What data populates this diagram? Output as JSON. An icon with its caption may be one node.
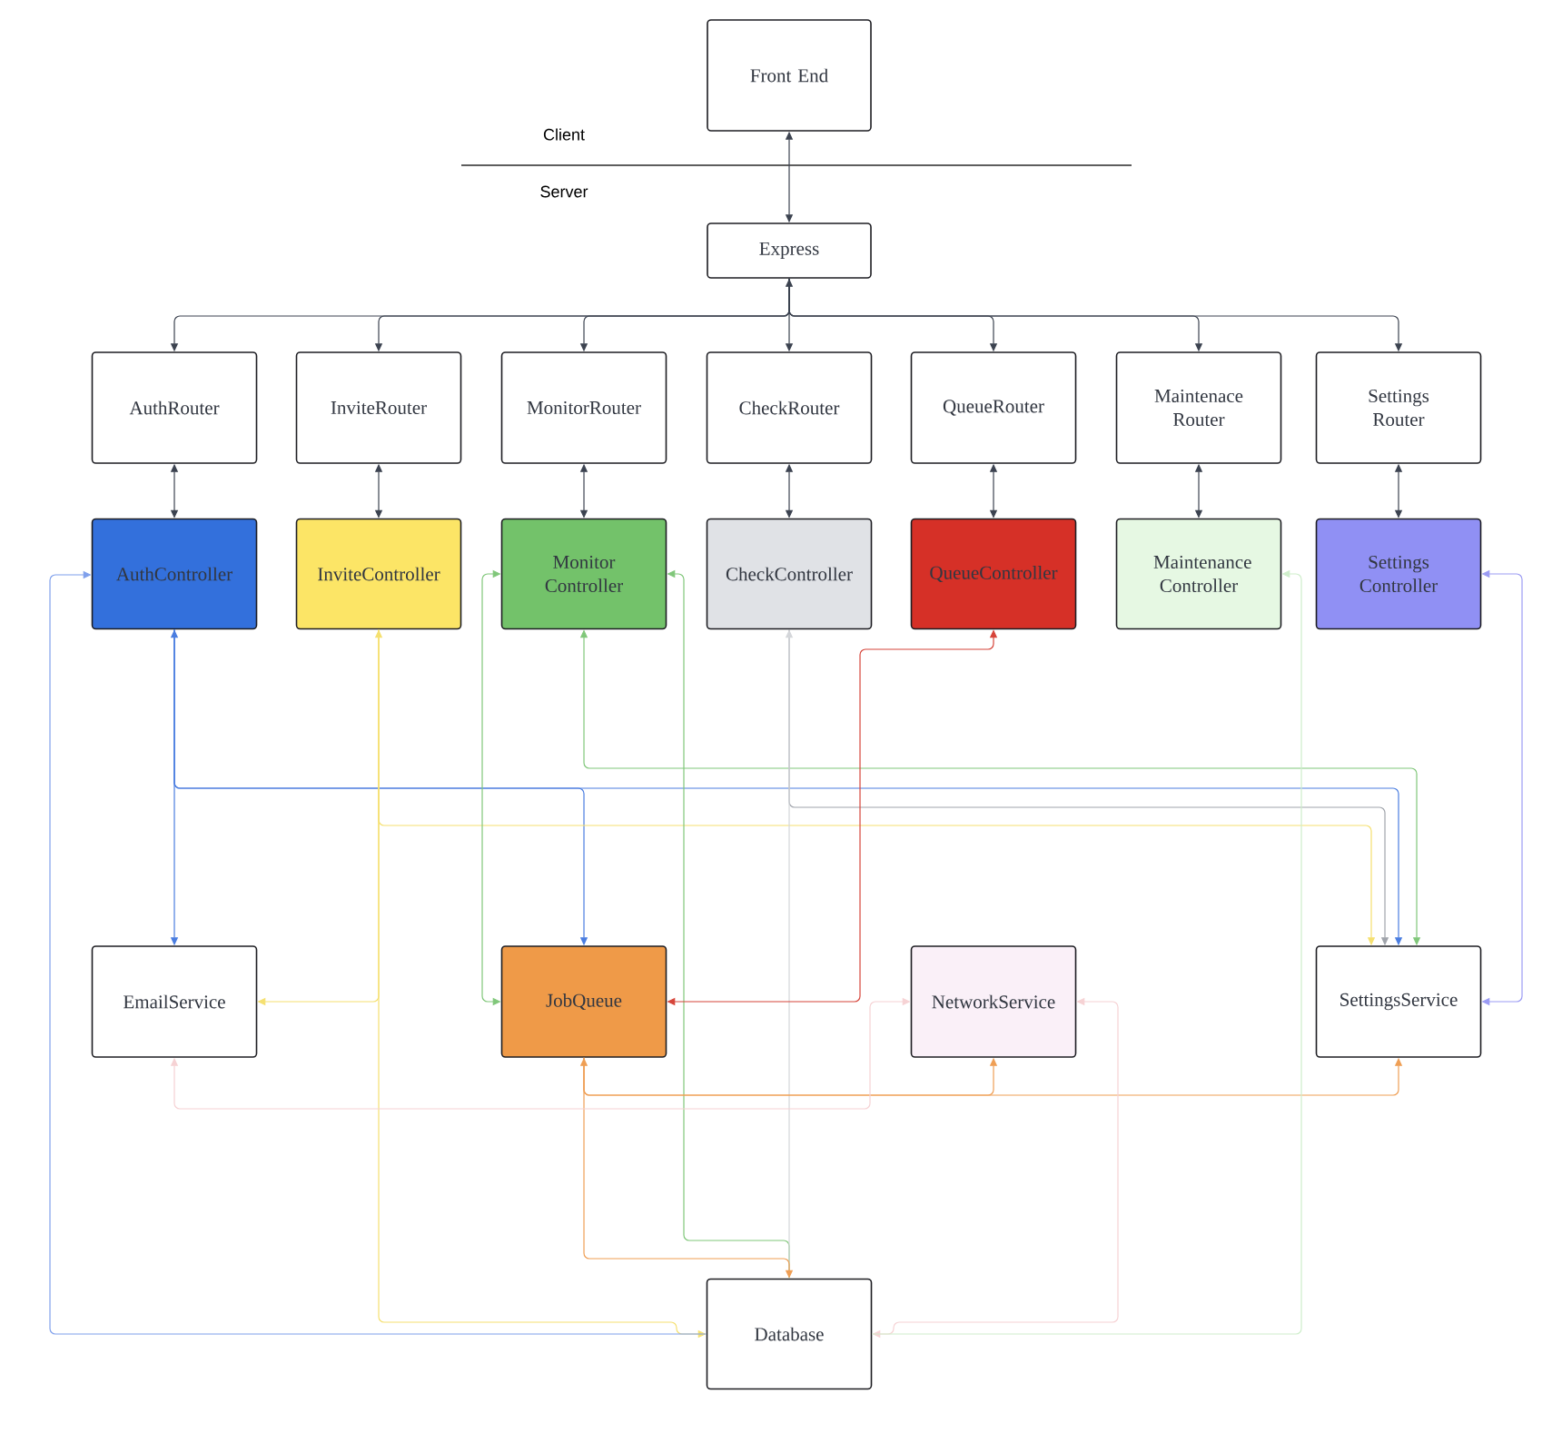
{
  "diagram": {
    "nodes": [
      {
        "text": [
          "Front End"
        ]
      },
      {
        "text": [
          "Express"
        ]
      },
      {
        "text": [
          "AuthRouter"
        ]
      },
      {
        "text": [
          "InviteRouter"
        ]
      },
      {
        "text": [
          "MonitorRouter"
        ]
      },
      {
        "text": [
          "CheckRouter"
        ]
      },
      {
        "text": [
          "QueueRouter"
        ]
      },
      {
        "text": [
          "Maintenace Router"
        ]
      },
      {
        "text": [
          "Settings Router"
        ]
      },
      {
        "text": [
          "AuthController"
        ]
      },
      {
        "text": [
          "InviteController"
        ]
      },
      {
        "text": [
          "Monitor Controller"
        ]
      },
      {
        "text": [
          "CheckController"
        ]
      },
      {
        "text": [
          "QueueController"
        ]
      },
      {
        "text": [
          "Maintenance Controller"
        ]
      },
      {
        "text": [
          "Settings Controller"
        ]
      },
      {
        "text": [
          "EmailService"
        ]
      },
      {
        "text": [
          "JobQueue"
        ]
      },
      {
        "text": [
          "NetworkService"
        ]
      },
      {
        "text": [
          "SettingsService"
        ]
      },
      {
        "text": [
          "Database"
        ]
      }
    ],
    "edges": [
      {
        "from": 0,
        "to": 1,
        "arrow": "both"
      },
      {
        "from": 1,
        "to": 2,
        "arrow": "both"
      },
      {
        "from": 1,
        "to": 3,
        "arrow": "to"
      },
      {
        "from": 1,
        "to": 4,
        "arrow": "to"
      },
      {
        "from": 1,
        "to": 5,
        "arrow": "to"
      },
      {
        "from": 1,
        "to": 6,
        "arrow": "to"
      },
      {
        "from": 1,
        "to": 7,
        "arrow": "to"
      },
      {
        "from": 1,
        "to": 8,
        "arrow": "to"
      },
      {
        "from": 2,
        "to": 9,
        "arrow": "both"
      },
      {
        "from": 3,
        "to": 10,
        "arrow": "both"
      },
      {
        "from": 4,
        "to": 11,
        "arrow": "both"
      },
      {
        "from": 5,
        "to": 12,
        "arrow": "both"
      },
      {
        "from": 6,
        "to": 13,
        "arrow": "both"
      },
      {
        "from": 7,
        "to": 14,
        "arrow": "both"
      },
      {
        "from": 8,
        "to": 15,
        "arrow": "both"
      },
      {
        "from": 9,
        "to": 16,
        "arrow": "both",
        "color": "#4a7de0"
      },
      {
        "from": 9,
        "to": 17,
        "arrow": "to",
        "color": "#4a7de0"
      },
      {
        "from": 9,
        "to": 19,
        "arrow": "to",
        "color": "#4a7de0"
      },
      {
        "from": 10,
        "to": 16,
        "arrow": "both",
        "color": "#f5e070"
      },
      {
        "from": 10,
        "to": 19,
        "arrow": "to",
        "color": "#f5e070"
      },
      {
        "from": 10,
        "to": 20,
        "arrow": "to",
        "color": "#f5e070"
      },
      {
        "from": 20,
        "to": 9,
        "arrow": "to",
        "color": "#7fa0ec"
      },
      {
        "from": 11,
        "to": 17,
        "arrow": "both",
        "color": "#80c77a"
      },
      {
        "from": 11,
        "to": 19,
        "arrow": "both",
        "color": "#80c77a"
      },
      {
        "from": 20,
        "to": 11,
        "arrow": "to",
        "color": "#80c77a"
      },
      {
        "from": 12,
        "to": 19,
        "arrow": "to",
        "color": "#a0a4ab"
      },
      {
        "from": 20,
        "to": 12,
        "arrow": "to",
        "color": "#d4d6da"
      },
      {
        "from": 17,
        "to": 13,
        "arrow": "both",
        "color": "#d6453a"
      },
      {
        "from": 17,
        "to": 18,
        "arrow": "both",
        "color": "#ef9f55"
      },
      {
        "from": 17,
        "to": 19,
        "arrow": "to",
        "color": "#ef9f55"
      },
      {
        "from": 17,
        "to": 20,
        "arrow": "to",
        "color": "#ef9f55"
      },
      {
        "from": 18,
        "to": 16,
        "arrow": "both",
        "color": "#f6d2d4"
      },
      {
        "from": 18,
        "to": 20,
        "arrow": "both",
        "color": "#f6d2d4"
      },
      {
        "from": 20,
        "to": 14,
        "arrow": "to",
        "color": "#cfeecb"
      },
      {
        "from": 15,
        "to": 19,
        "arrow": "both",
        "color": "#9b9bf3"
      }
    ],
    "labels": [
      "Client",
      "Server"
    ]
  }
}
